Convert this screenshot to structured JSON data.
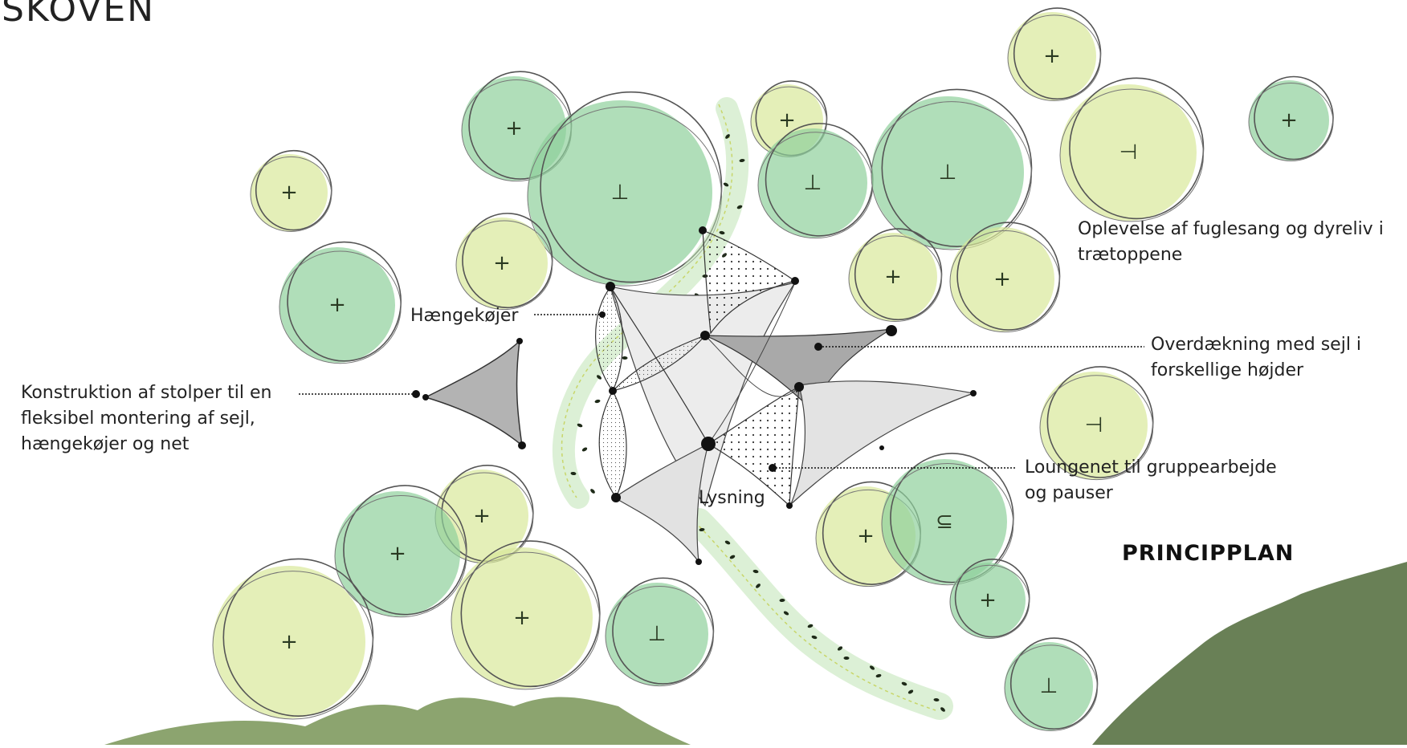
{
  "title": "SKOVEN",
  "plan_title": "PRINCIPPLAN",
  "annotations": {
    "birds": [
      "Oplevelse af fuglesang og dyreliv i",
      "trætoppene"
    ],
    "hammocks": "Hængekøjer",
    "construction": [
      "Konstruktion af stolper til en",
      "fleksibel montering af sejl,",
      "hængekøjer og net"
    ],
    "canopy": [
      "Overdækning med sejl i",
      "forskellige højder"
    ],
    "lounge": [
      "Loungenet til gruppearbejde",
      "og pauser"
    ],
    "clearing": "Lysning"
  },
  "colors": {
    "tree_green": "#8fd09b",
    "tree_yellow": "#d9e89a",
    "sail_dark": "#b6b6b6",
    "sail_light": "#e6e6e6",
    "foliage": "#5e7d3f",
    "ink": "#222222"
  }
}
